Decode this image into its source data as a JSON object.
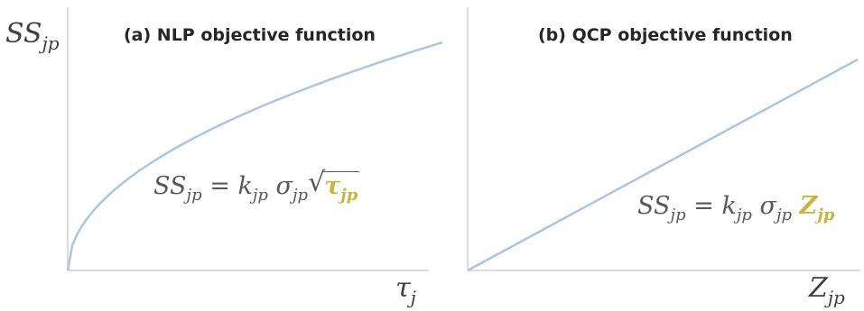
{
  "panels": [
    {
      "title": "(a) NLP objective function",
      "y_axis_label": "SS",
      "y_axis_sub": "jp",
      "x_axis_label": "τ",
      "x_axis_sub": "j",
      "formula": {
        "lhs": "SS",
        "lhs_sub": "jp",
        "eq": " = ",
        "k": "k",
        "k_sub": "jp",
        "sigma": "σ",
        "sigma_sub": "jp",
        "radical": "√",
        "var": "τ",
        "var_sub": "jp"
      },
      "curve_shape": "square-root"
    },
    {
      "title": "(b) QCP objective function",
      "x_axis_label": "Z",
      "x_axis_sub": "jp",
      "formula": {
        "lhs": "SS",
        "lhs_sub": "jp",
        "eq": " = ",
        "k": "k",
        "k_sub": "jp",
        "sigma": "σ",
        "sigma_sub": "jp",
        "var": "Z",
        "var_sub": "jp"
      },
      "curve_shape": "linear"
    }
  ],
  "colors": {
    "axis": "#d0d0d0",
    "curve": "#a9c6e2",
    "highlight": "#c9b43f",
    "text": "#595959"
  }
}
